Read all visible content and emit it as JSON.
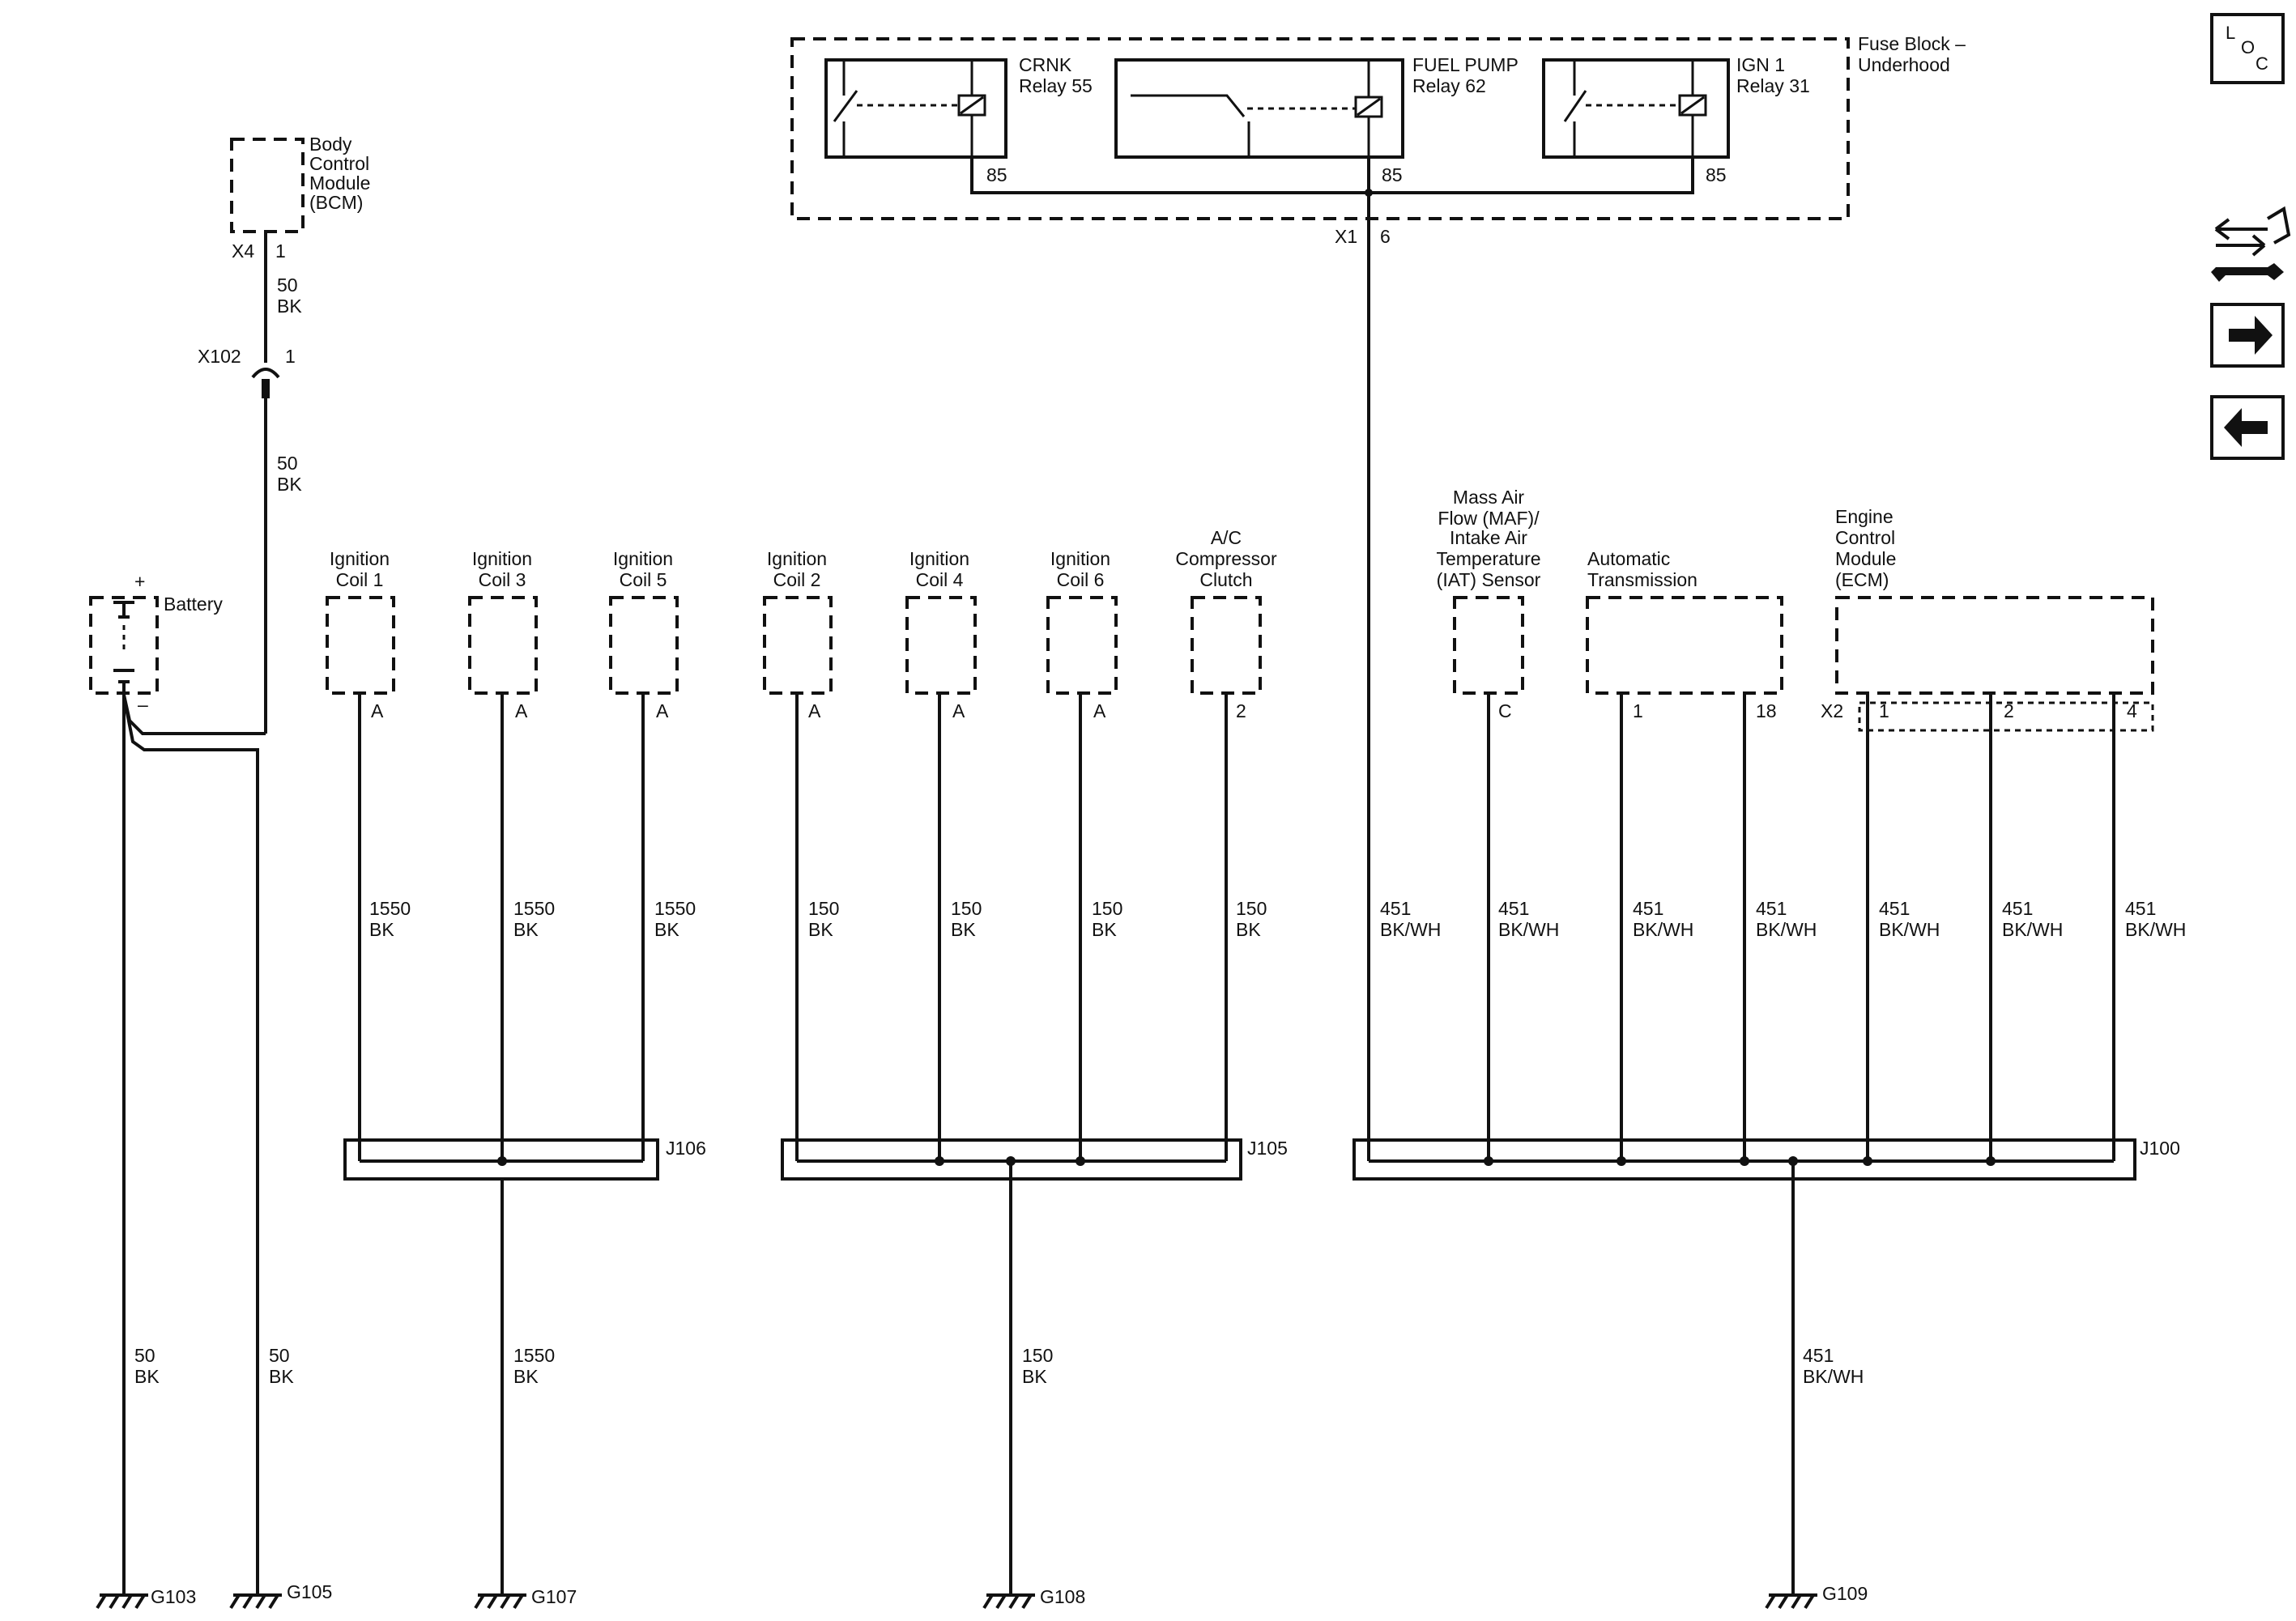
{
  "nav": {
    "loc_letters": [
      "L",
      "O",
      "C"
    ],
    "tools_icon": "tools-swap-icon",
    "next_icon": "arrow-right-icon",
    "prev_icon": "arrow-left-icon"
  },
  "fuse_block": {
    "title": [
      "Fuse Block –",
      "Underhood"
    ],
    "connector": "X1",
    "pin": "6",
    "relays": [
      {
        "lines": [
          "CRNK",
          "Relay 55"
        ],
        "pin": "85"
      },
      {
        "lines": [
          "FUEL PUMP",
          "Relay 62"
        ],
        "pin": "85"
      },
      {
        "lines": [
          "IGN 1",
          "Relay 31"
        ],
        "pin": "85"
      }
    ]
  },
  "bcm": {
    "lines": [
      "Body",
      "Control",
      "Module",
      "(BCM)"
    ],
    "connector": "X4",
    "pin": "1",
    "wire_top": [
      "50",
      "BK"
    ],
    "inline_connector": "X102",
    "inline_pin": "1",
    "wire_bottom": [
      "50",
      "BK"
    ]
  },
  "battery": {
    "label": "Battery",
    "plus": "+",
    "minus": "–"
  },
  "components": [
    {
      "lines": [
        "Ignition",
        "Coil 1"
      ],
      "pin": "A",
      "wire": [
        "1550",
        "BK"
      ]
    },
    {
      "lines": [
        "Ignition",
        "Coil 3"
      ],
      "pin": "A",
      "wire": [
        "1550",
        "BK"
      ]
    },
    {
      "lines": [
        "Ignition",
        "Coil 5"
      ],
      "pin": "A",
      "wire": [
        "1550",
        "BK"
      ]
    },
    {
      "lines": [
        "Ignition",
        "Coil 2"
      ],
      "pin": "A",
      "wire": [
        "150",
        "BK"
      ]
    },
    {
      "lines": [
        "Ignition",
        "Coil 4"
      ],
      "pin": "A",
      "wire": [
        "150",
        "BK"
      ]
    },
    {
      "lines": [
        "Ignition",
        "Coil 6"
      ],
      "pin": "A",
      "wire": [
        "150",
        "BK"
      ]
    },
    {
      "lines": [
        "A/C",
        "Compressor",
        "Clutch"
      ],
      "pin": "2",
      "wire": [
        "150",
        "BK"
      ]
    },
    {
      "lines": [
        "Mass Air",
        "Flow (MAF)/",
        "Intake Air",
        "Temperature",
        "(IAT) Sensor"
      ],
      "pin": "C",
      "wire": [
        "451",
        "BK/WH"
      ]
    },
    {
      "lines": [
        "Automatic",
        "Transmission"
      ],
      "pins": [
        "1",
        "18"
      ],
      "wires": [
        [
          "451",
          "BK/WH"
        ],
        [
          "451",
          "BK/WH"
        ]
      ]
    },
    {
      "lines": [
        "Engine",
        "Control",
        "Module",
        "(ECM)"
      ],
      "connector": "X2",
      "pins": [
        "1",
        "2",
        "4"
      ],
      "wires": [
        [
          "451",
          "BK/WH"
        ],
        [
          "451",
          "BK/WH"
        ],
        [
          "451",
          "BK/WH"
        ]
      ]
    }
  ],
  "fuse_wire": [
    "451",
    "BK/WH"
  ],
  "splices": [
    {
      "name": "J106",
      "ground_wire": [
        "1550",
        "BK"
      ]
    },
    {
      "name": "J105",
      "ground_wire": [
        "150",
        "BK"
      ]
    },
    {
      "name": "J100",
      "ground_wire": [
        "451",
        "BK/WH"
      ]
    }
  ],
  "grounds": [
    {
      "name": "G103",
      "wire": [
        "50",
        "BK"
      ]
    },
    {
      "name": "G105",
      "wire": [
        "50",
        "BK"
      ]
    },
    {
      "name": "G107"
    },
    {
      "name": "G108"
    },
    {
      "name": "G109"
    }
  ]
}
